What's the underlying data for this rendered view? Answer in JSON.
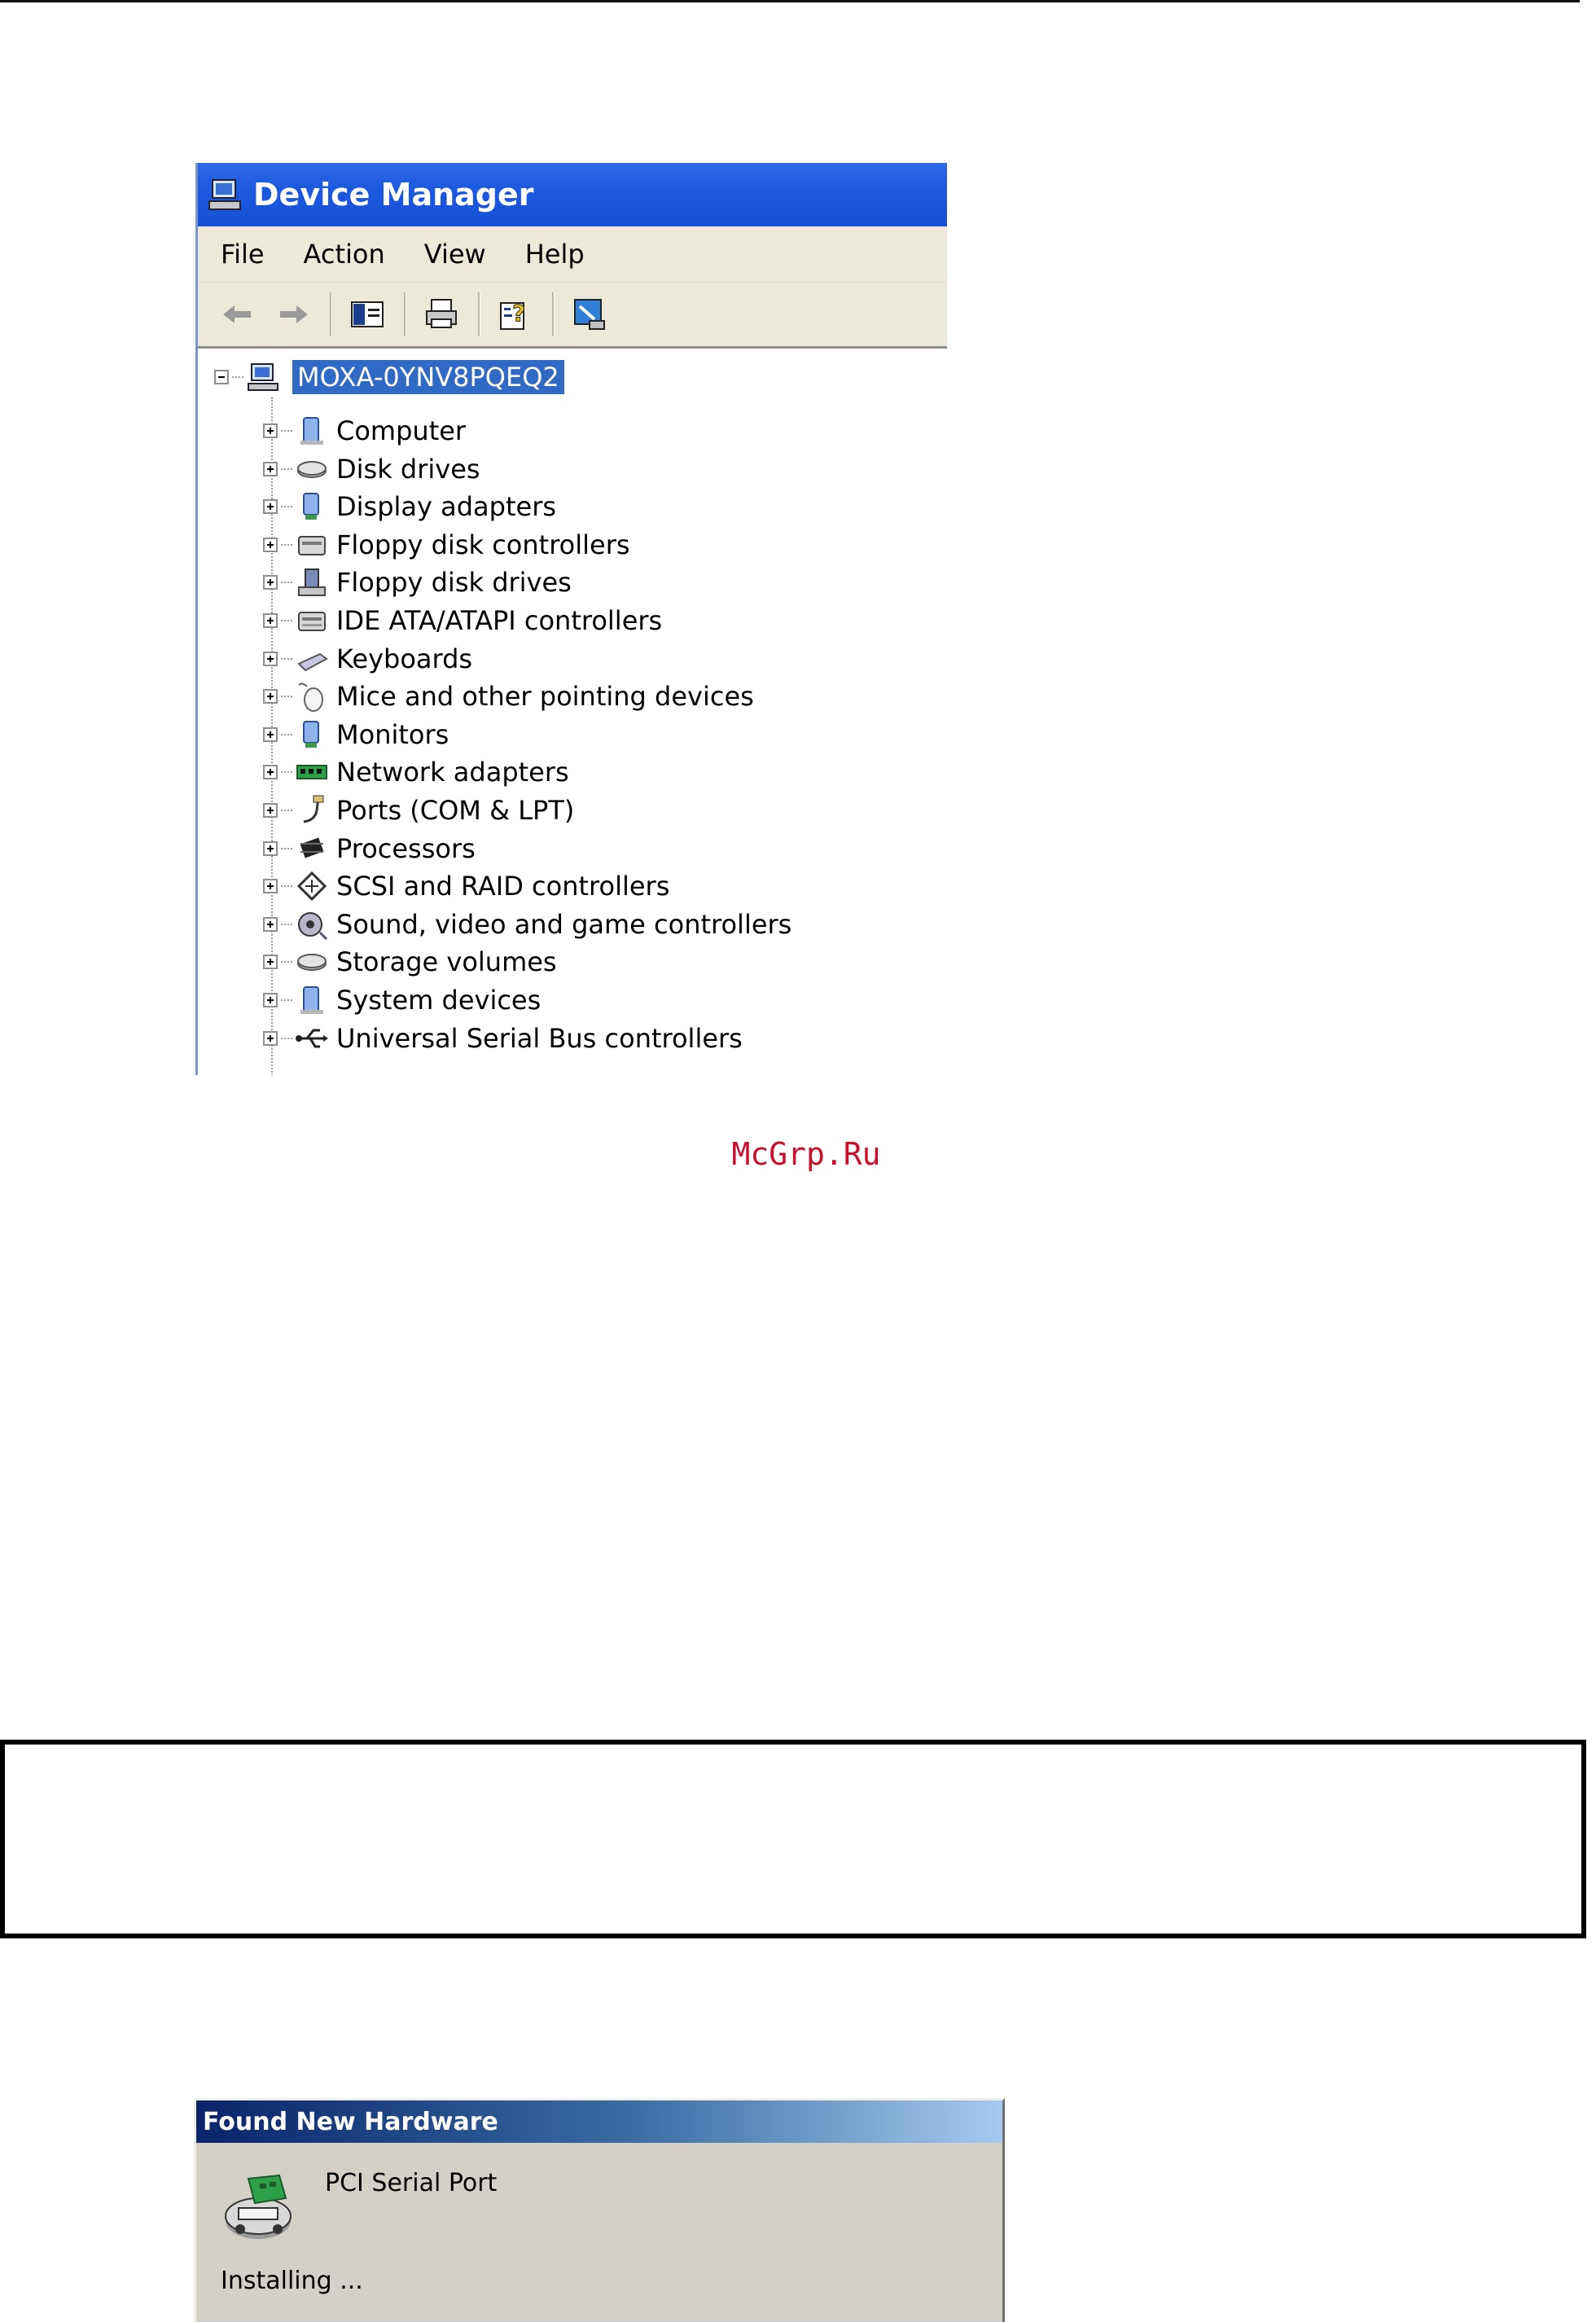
{
  "device_manager": {
    "title": "Device Manager",
    "menu": [
      "File",
      "Action",
      "View",
      "Help"
    ],
    "toolbar": [
      "back-icon",
      "forward-icon",
      "show-hide-console-tree-icon",
      "print-icon",
      "help-icon",
      "scan-hardware-icon"
    ],
    "root": "MOXA-0YNV8PQEQ2",
    "categories": [
      {
        "label": "Computer",
        "icon": "computer-icon"
      },
      {
        "label": "Disk drives",
        "icon": "disk-drive-icon"
      },
      {
        "label": "Display adapters",
        "icon": "display-adapter-icon"
      },
      {
        "label": "Floppy disk controllers",
        "icon": "floppy-controller-icon"
      },
      {
        "label": "Floppy disk drives",
        "icon": "floppy-drive-icon"
      },
      {
        "label": "IDE ATA/ATAPI controllers",
        "icon": "ide-controller-icon"
      },
      {
        "label": "Keyboards",
        "icon": "keyboard-icon"
      },
      {
        "label": "Mice and other pointing devices",
        "icon": "mouse-icon"
      },
      {
        "label": "Monitors",
        "icon": "monitor-icon"
      },
      {
        "label": "Network adapters",
        "icon": "network-adapter-icon"
      },
      {
        "label": "Ports (COM & LPT)",
        "icon": "port-icon"
      },
      {
        "label": "Processors",
        "icon": "processor-icon"
      },
      {
        "label": "SCSI and RAID controllers",
        "icon": "scsi-icon"
      },
      {
        "label": "Sound, video and game controllers",
        "icon": "sound-icon"
      },
      {
        "label": "Storage volumes",
        "icon": "storage-volume-icon"
      },
      {
        "label": "System devices",
        "icon": "system-device-icon"
      },
      {
        "label": "Universal Serial Bus controllers",
        "icon": "usb-icon"
      }
    ]
  },
  "watermark": "McGrp.Ru",
  "found_new_hardware": {
    "title": "Found New Hardware",
    "device": "PCI Serial Port",
    "status": "Installing ..."
  },
  "colors": {
    "titlebar_blue": "#1d59df",
    "selection_blue": "#316ac5",
    "watermark_red": "#c8102e",
    "dialog_gray": "#d4d0c8"
  }
}
